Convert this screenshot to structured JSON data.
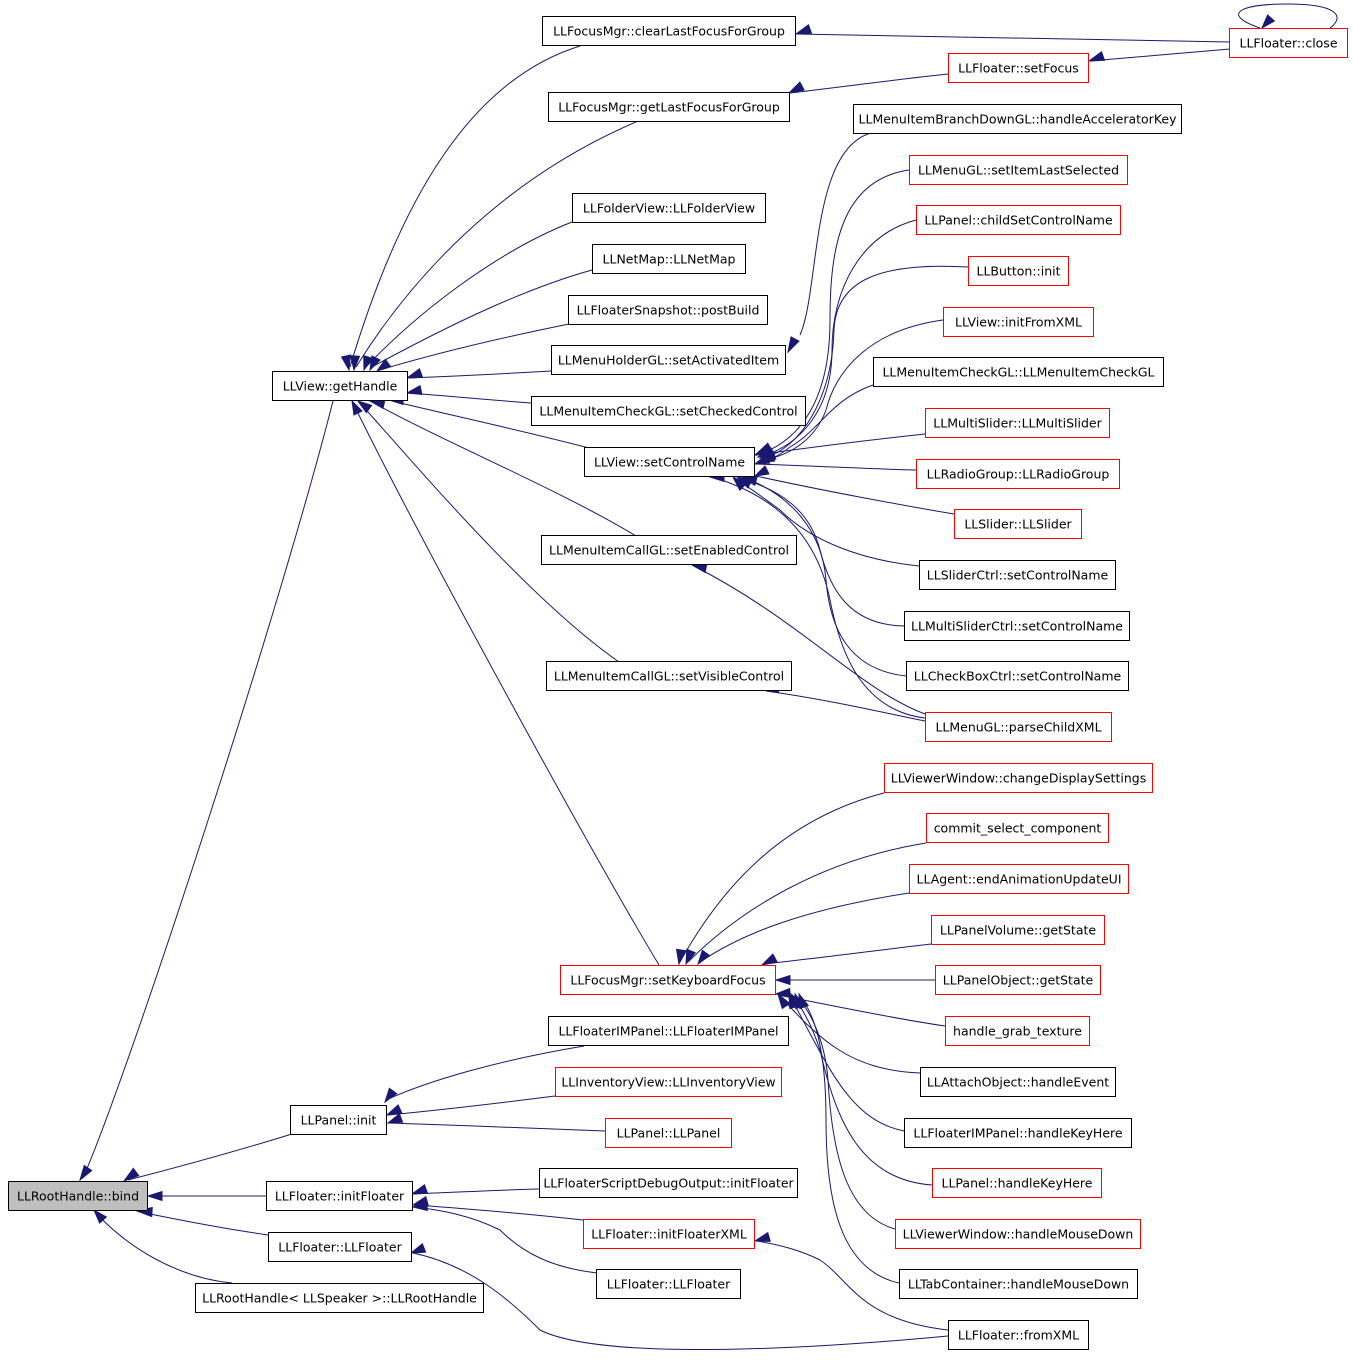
{
  "colors": {
    "edge": "#191970",
    "border_normal": "#000000",
    "border_red": "#ff0000",
    "root_fill": "#bfbfbf",
    "node_fill": "#ffffff"
  },
  "nodes": {
    "root_bind": {
      "label": "LLRootHandle::bind",
      "style": "root"
    },
    "view_gethandle": {
      "label": "LLView::getHandle",
      "style": "black"
    },
    "panel_init": {
      "label": "LLPanel::init",
      "style": "black"
    },
    "floater_initfloater": {
      "label": "LLFloater::initFloater",
      "style": "black"
    },
    "floater_llfloater_a": {
      "label": "LLFloater::LLFloater",
      "style": "black"
    },
    "roothandle_speaker": {
      "label": "LLRootHandle< LLSpeaker >::LLRootHandle",
      "style": "black"
    },
    "focus_clearlast": {
      "label": "LLFocusMgr::clearLastFocusForGroup",
      "style": "black"
    },
    "focus_getlast": {
      "label": "LLFocusMgr::getLastFocusForGroup",
      "style": "black"
    },
    "folderview": {
      "label": "LLFolderView::LLFolderView",
      "style": "black"
    },
    "netmap": {
      "label": "LLNetMap::LLNetMap",
      "style": "black"
    },
    "snapshot_postbuild": {
      "label": "LLFloaterSnapshot::postBuild",
      "style": "black"
    },
    "menuholder_setactivated": {
      "label": "LLMenuHolderGL::setActivatedItem",
      "style": "black"
    },
    "menucheck_setchecked": {
      "label": "LLMenuItemCheckGL::setCheckedControl",
      "style": "black"
    },
    "view_setcontrolname": {
      "label": "LLView::setControlName",
      "style": "black"
    },
    "menucall_setenabled": {
      "label": "LLMenuItemCallGL::setEnabledControl",
      "style": "black"
    },
    "menucall_setvisible": {
      "label": "LLMenuItemCallGL::setVisibleControl",
      "style": "black"
    },
    "focus_setkeyboard": {
      "label": "LLFocusMgr::setKeyboardFocus",
      "style": "red"
    },
    "imp_llfloaterimpanel": {
      "label": "LLFloaterIMPanel::LLFloaterIMPanel",
      "style": "black"
    },
    "invview": {
      "label": "LLInventoryView::LLInventoryView",
      "style": "red"
    },
    "panel_llpanel": {
      "label": "LLPanel::LLPanel",
      "style": "red"
    },
    "scriptdebug_initfloater": {
      "label": "LLFloaterScriptDebugOutput::initFloater",
      "style": "black"
    },
    "floater_initfloaterxml": {
      "label": "LLFloater::initFloaterXML",
      "style": "red"
    },
    "floater_llfloater_b": {
      "label": "LLFloater::LLFloater",
      "style": "black"
    },
    "floater_close": {
      "label": "LLFloater::close",
      "style": "red"
    },
    "floater_setfocus": {
      "label": "LLFloater::setFocus",
      "style": "red"
    },
    "menubranch_accel": {
      "label": "LLMenuItemBranchDownGL::handleAcceleratorKey",
      "style": "black"
    },
    "menugl_setitemlast": {
      "label": "LLMenuGL::setItemLastSelected",
      "style": "red"
    },
    "panel_childset": {
      "label": "LLPanel::childSetControlName",
      "style": "red"
    },
    "button_init": {
      "label": "LLButton::init",
      "style": "red"
    },
    "view_initfromxml": {
      "label": "LLView::initFromXML",
      "style": "red"
    },
    "menucheck_ctor": {
      "label": "LLMenuItemCheckGL::LLMenuItemCheckGL",
      "style": "black"
    },
    "multislider_ctor": {
      "label": "LLMultiSlider::LLMultiSlider",
      "style": "red"
    },
    "radiogroup_ctor": {
      "label": "LLRadioGroup::LLRadioGroup",
      "style": "red"
    },
    "slider_ctor": {
      "label": "LLSlider::LLSlider",
      "style": "red"
    },
    "sliderctrl_setcn": {
      "label": "LLSliderCtrl::setControlName",
      "style": "black"
    },
    "multisliderctrl_setcn": {
      "label": "LLMultiSliderCtrl::setControlName",
      "style": "black"
    },
    "checkboxctrl_setcn": {
      "label": "LLCheckBoxCtrl::setControlName",
      "style": "black"
    },
    "menugl_parsechild": {
      "label": "LLMenuGL::parseChildXML",
      "style": "red"
    },
    "viewerwindow_changedisplay": {
      "label": "LLViewerWindow::changeDisplaySettings",
      "style": "red"
    },
    "commit_select": {
      "label": "commit_select_component",
      "style": "red"
    },
    "agent_endanim": {
      "label": "LLAgent::endAnimationUpdateUI",
      "style": "red"
    },
    "panelvolume_getstate": {
      "label": "LLPanelVolume::getState",
      "style": "red"
    },
    "panelobject_getstate": {
      "label": "LLPanelObject::getState",
      "style": "red"
    },
    "handle_grab": {
      "label": "handle_grab_texture",
      "style": "red"
    },
    "attachobject_handleevent": {
      "label": "LLAttachObject::handleEvent",
      "style": "black"
    },
    "imp_handlekeyhere": {
      "label": "LLFloaterIMPanel::handleKeyHere",
      "style": "black"
    },
    "panel_handlekeyhere": {
      "label": "LLPanel::handleKeyHere",
      "style": "red"
    },
    "viewerwindow_mousedown": {
      "label": "LLViewerWindow::handleMouseDown",
      "style": "red"
    },
    "tabcontainer_mousedown": {
      "label": "LLTabContainer::handleMouseDown",
      "style": "black"
    },
    "floater_fromxml": {
      "label": "LLFloater::fromXML",
      "style": "black"
    }
  }
}
